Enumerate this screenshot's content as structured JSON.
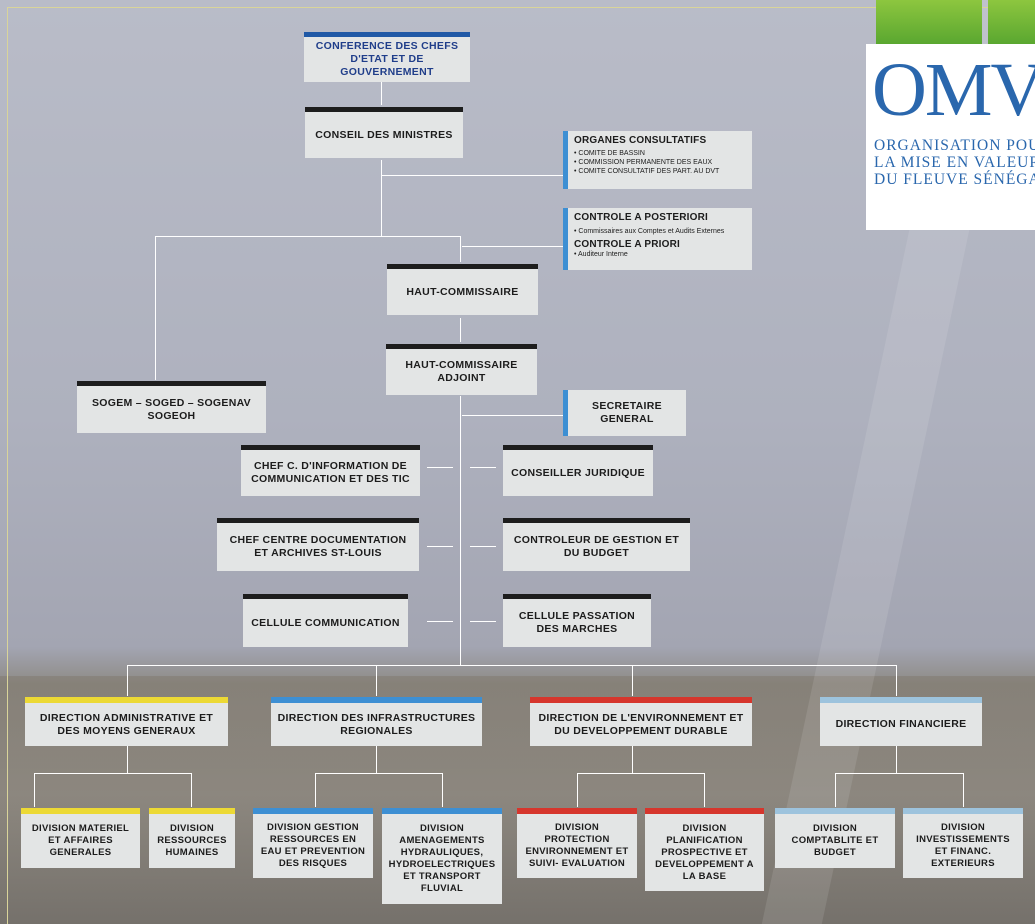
{
  "logo": {
    "acronym": "OMVS",
    "line1": "ORGANISATION POUR",
    "line2": "LA MISE EN VALEUR",
    "line3": "DU FLEUVE SÉNÉGAL"
  },
  "top": {
    "conference": "CONFERENCE DES CHEFS\nD'ETAT ET DE GOUVERNEMENT",
    "conseil": "CONSEIL DES MINISTRES",
    "haut_commissaire": "HAUT-COMMISSAIRE",
    "haut_commissaire_adjoint": "HAUT-COMMISSAIRE\nADJOINT",
    "societes": "SOGEM – SOGED – SOGENAV\nSOGEOH"
  },
  "organes": {
    "title": "ORGANES CONSULTATIFS",
    "items": [
      "• COMITE DE BASSIN",
      "• COMMISSION PERMANENTE DES EAUX",
      "• COMITE CONSULTATIF DES PART. AU DVT"
    ]
  },
  "controle": {
    "posteriori_title": "CONTROLE A POSTERIORI",
    "posteriori_item": "• Commissaires aux Comptes et Audits Externes",
    "priori_title": "CONTROLE A PRIORI",
    "priori_item": "• Auditeur Interne"
  },
  "staff": {
    "secretaire": "SECRETAIRE\nGENERAL",
    "chef_info": "CHEF C. D'INFORMATION DE\nCOMMUNICATION ET DES TIC",
    "conseiller": "CONSEILLER JURIDIQUE",
    "chef_doc": "CHEF CENTRE DOCUMENTATION\nET ARCHIVES ST-LOUIS",
    "controleur": "CONTROLEUR DE GESTION ET\nDU BUDGET",
    "cellule_comm": "CELLULE COMMUNICATION",
    "cellule_marches": "CELLULE  PASSATION\nDES MARCHES"
  },
  "directions": [
    {
      "label": "DIRECTION ADMINISTRATIVE ET\nDES MOYENS GENERAUX",
      "color": "#ecd935"
    },
    {
      "label": "DIRECTION DES INFRASTRUCTURES\nREGIONALES",
      "color": "#3d8fd3"
    },
    {
      "label": "DIRECTION DE L'ENVIRONNEMENT ET\nDU DEVELOPPEMENT DURABLE",
      "color": "#d6362d"
    },
    {
      "label": "DIRECTION FINANCIERE",
      "color": "#9dc3dd"
    }
  ],
  "divisions": [
    "DIVISION MATERIEL\nET AFFAIRES\nGENERALES",
    "DIVISION\nRESSOURCES\nHUMAINES",
    "DIVISION GESTION\nRESSOURCES EN\nEAU ET PREVENTION\nDES RISQUES",
    "DIVISION\nAMENAGEMENTS\nHYDRAULIQUES,\nHYDROELECTRIQUES\nET TRANSPORT\nFLUVIAL",
    "DIVISION\nPROTECTION\nENVIRONNEMENT ET\nSUIVI- EVALUATION",
    "DIVISION\nPLANIFICATION\nPROSPECTIVE ET\nDEVELOPPEMENT A\nLA BASE",
    "DIVISION\nCOMPTABLITE ET\nBUDGET",
    "DIVISION\nINVESTISSEMENTS\nET FINANC.\nEXTERIEURS"
  ]
}
